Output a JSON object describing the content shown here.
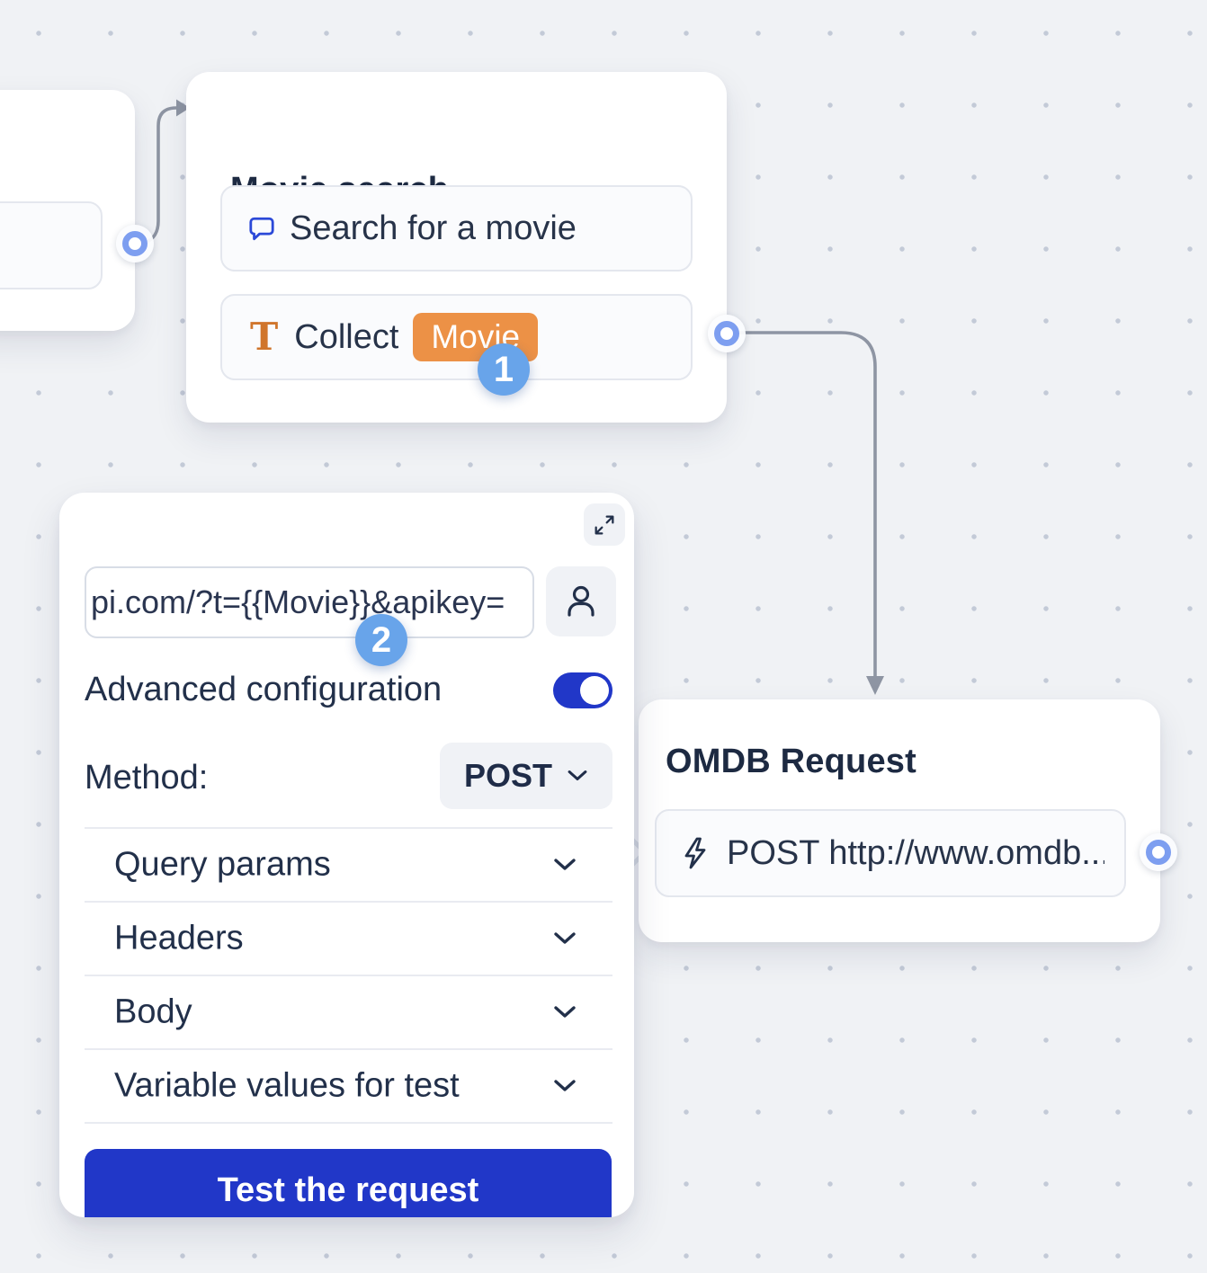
{
  "canvas": {
    "background": "#f0f2f5",
    "dot_color": "#c3cad7",
    "connector_color": "#8e95a3"
  },
  "colors": {
    "accent_blue": "#2137c8",
    "step_badge_blue": "#68a4ea",
    "port_ring_blue": "#7d9ef0",
    "variable_orange": "#ec9146",
    "title_navy": "#1d2a42"
  },
  "nodes": {
    "movie_search": {
      "title": "Movie search",
      "items": [
        {
          "icon": "chat-bubble-icon",
          "label": "Search for a movie"
        },
        {
          "icon": "text-icon",
          "label": "Collect",
          "variable_badge": "Movie"
        }
      ]
    },
    "omdb_request": {
      "title": "OMDB Request",
      "items": [
        {
          "icon": "lightning-icon",
          "label": "POST http://www.omdb..."
        }
      ]
    }
  },
  "step_badges": [
    {
      "number": "1"
    },
    {
      "number": "2"
    }
  ],
  "config_panel": {
    "expand_icon": "expand-icon",
    "url_input": {
      "value": "pi.com/?t={{Movie}}&apikey="
    },
    "person_icon": "person-icon",
    "advanced_configuration_label": "Advanced configuration",
    "advanced_configuration_enabled": "on",
    "method_label": "Method:",
    "method_value": "POST",
    "sections": [
      "Query params",
      "Headers",
      "Body",
      "Variable values for test"
    ],
    "test_button_label": "Test the request"
  }
}
